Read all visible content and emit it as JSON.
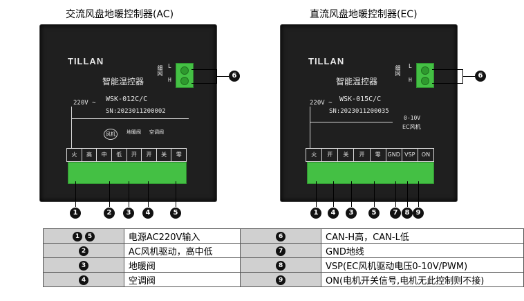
{
  "left": {
    "title": "交流风盘地暖控制器(AC)",
    "brand": "TILLAN",
    "product": "智能温控器",
    "model": "WSK-012C/C",
    "sn": "SN:2023011200002",
    "voltage": "220V ~",
    "terminals": [
      "火",
      "高",
      "中",
      "低",
      "开",
      "开",
      "关",
      "零"
    ],
    "fan_label": "风机",
    "valve1": "地暖阀",
    "valve2": "空调阀",
    "tag": "细网",
    "L": "L",
    "H": "H",
    "callout": "6",
    "bottom_callouts": [
      "1",
      "2",
      "3",
      "4",
      "5"
    ]
  },
  "right": {
    "title": "直流风盘地暖控制器(EC)",
    "brand": "TILLAN",
    "product": "智能温控器",
    "model": "WSK-015C/C",
    "sn": "SN:2023011200035",
    "voltage": "220V ~",
    "ec_label_1": "0-10V",
    "ec_label_2": "EC风机",
    "terminals": [
      "火",
      "开",
      "关",
      "开",
      "零",
      "GND",
      "VSP",
      "ON"
    ],
    "tag": "细网",
    "L": "L",
    "H": "H",
    "callout": "6",
    "bottom_callouts": [
      "1",
      "4",
      "3",
      "5",
      "7",
      "8",
      "9"
    ]
  },
  "legend": [
    {
      "num": [
        "1",
        "5"
      ],
      "text": "电源AC220V输入",
      "num2": [
        "6"
      ],
      "text2": "CAN-H高，CAN-L低"
    },
    {
      "num": [
        "2"
      ],
      "text": "AC风机驱动，高中低",
      "num2": [
        "7"
      ],
      "text2": "GND地线"
    },
    {
      "num": [
        "3"
      ],
      "text": "地暖阀",
      "num2": [
        "8"
      ],
      "text2": "VSP(EC风机驱动电压0-10V/PWM)"
    },
    {
      "num": [
        "4"
      ],
      "text": "空调阀",
      "num2": [
        "9"
      ],
      "text2": "ON(电机开关信号,电机无此控制则不接)"
    }
  ]
}
